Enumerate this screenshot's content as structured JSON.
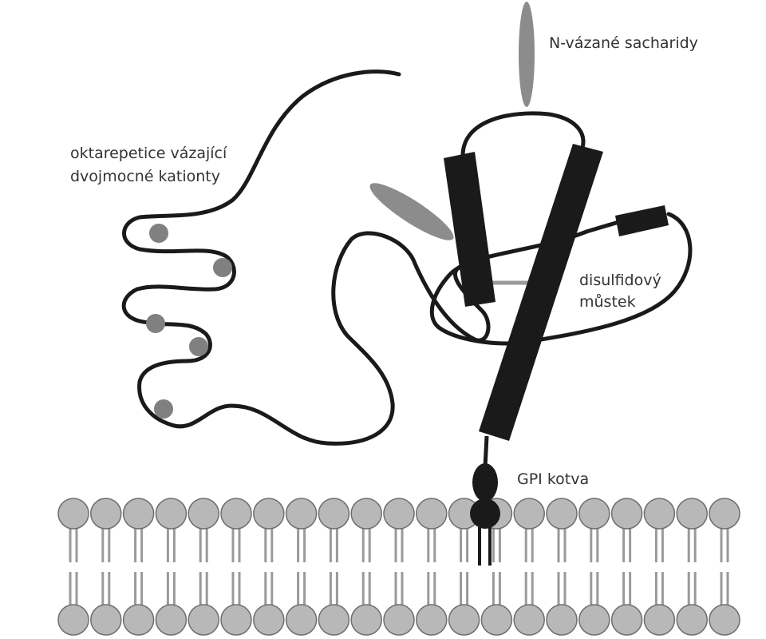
{
  "labels": {
    "glycans": "N-vázané sacharidy",
    "octarepeat_line1": "oktarepetice vázající",
    "octarepeat_line2": "dvojmocné kationty",
    "disulfide_line1": "disulfidový",
    "disulfide_line2": "můstek",
    "gpi": "GPI kotva"
  },
  "colors": {
    "protein": "#1a1a1a",
    "glycan": "#8c8c8c",
    "cation": "#808080",
    "lipid_head": "#b8b8b8",
    "lipid_outline": "#6e6e6e",
    "lipid_tail": "#9a9a9a",
    "disulfide": "#9a9a9a",
    "text": "#333333"
  },
  "membrane": {
    "lipid_count": 21
  }
}
